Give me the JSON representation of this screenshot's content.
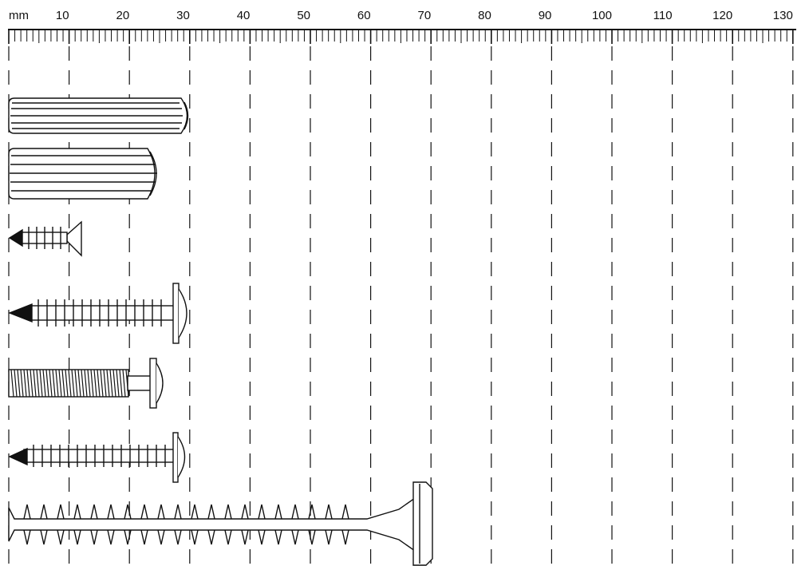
{
  "ruler": {
    "unit_label": "mm",
    "min_mm": 0,
    "max_mm": 130,
    "major_step_mm": 10,
    "minor_step_mm": 1,
    "labels": [
      "10",
      "20",
      "30",
      "40",
      "50",
      "60",
      "70",
      "80",
      "90",
      "100",
      "110",
      "120",
      "130"
    ]
  },
  "guide_lines": {
    "style": "dashed",
    "every_mm": 10
  },
  "parts": [
    {
      "kind": "fluted-dowel",
      "length_mm": 30
    },
    {
      "kind": "fluted-dowel",
      "length_mm": 25
    },
    {
      "kind": "countersunk-wood-screw",
      "length_mm": 12
    },
    {
      "kind": "pan-head-tapping-screw",
      "length_mm": 30
    },
    {
      "kind": "pan-head-machine-screw",
      "length_mm": 26
    },
    {
      "kind": "pan-head-tapping-screw",
      "length_mm": 30
    },
    {
      "kind": "flat-head-concrete-screw",
      "length_mm": 70
    }
  ],
  "colors": {
    "line": "#111111",
    "background": "#ffffff"
  }
}
